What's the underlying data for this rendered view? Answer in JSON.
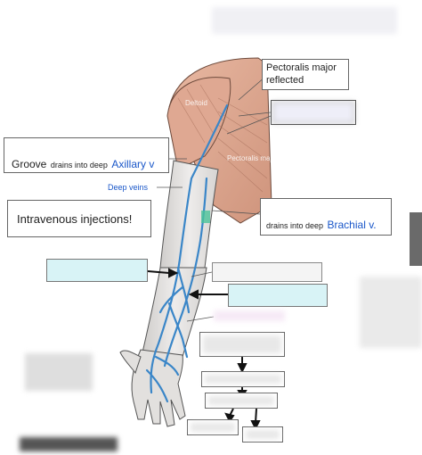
{
  "labels": {
    "pectoralis": "Pectoralis major\nreflected",
    "groove_prefix": "Groove",
    "groove_mid": "drains into deep",
    "axillary": "Axillary v",
    "deep_veins": "Deep veins",
    "iv": "Intravenous injections!",
    "brachial_prefix": "drains into deep",
    "brachial": "Brachial v.",
    "deltoid": "Deltoid",
    "pectoralis_major_on_image": "Pectoralis major"
  },
  "colors": {
    "label_blue": "#1a57c9",
    "vein_blue": "#3a86c8",
    "muscle": "#d9a58e",
    "skin": "#e6e4e2",
    "placeholder_cyan": "#d8f3f6"
  }
}
